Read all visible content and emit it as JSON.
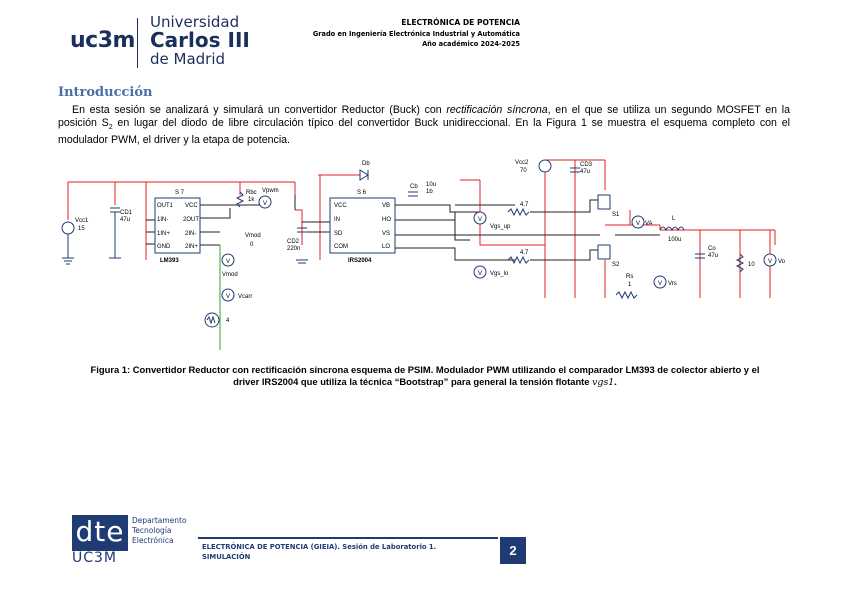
{
  "header": {
    "uc3m": "uc3m",
    "university_lines": [
      "Universidad",
      "Carlos III",
      "de Madrid"
    ],
    "course": "ELECTRÓNICA DE POTENCIA",
    "degree": "Grado en Ingeniería Electrónica Industrial y Automática",
    "year": "Año académico 2024-2025"
  },
  "section": {
    "title": "Introducción",
    "paragraph_before_italic": "En esta sesión se analizará y simulará un convertidor Reductor (Buck) con ",
    "paragraph_italic": "rectificación síncrona",
    "paragraph_after_italic": ", en el que se utiliza un segundo MOSFET en la posición S",
    "paragraph_sub": "2",
    "paragraph_end": " en lugar del diodo de libre circulación típico del convertidor Buck unidireccional. En la Figura 1 se muestra el esquema completo con el modulador PWM, el driver y la etapa de potencia."
  },
  "schematic": {
    "labels": {
      "vcc1": "Vcc1",
      "vcc1_val": "15",
      "cd1": "CD1",
      "cd1_val": "47u",
      "s7": "S 7",
      "lm393_pins_left": [
        "OUT1",
        "1IN-",
        "1IN+",
        "GND"
      ],
      "lm393_pins_right": [
        "VCC",
        "2OUT",
        "2IN-",
        "2IN+"
      ],
      "lm393": "LM393",
      "rbc": "Rbc",
      "rbc_val": "1k",
      "vpwm": "Vpwm",
      "vmod_top": "Vmod",
      "vmod_top_val": "0",
      "vmod": "Vmod",
      "vcarr": "Vcarr",
      "carrier_val": "4",
      "cd2": "CD2",
      "cd2_val": "220n",
      "s6": "S 6",
      "irs_pins_left": [
        "VCC",
        "IN",
        "SD",
        "COM"
      ],
      "irs_pins_right": [
        "VB",
        "HO",
        "VS",
        "LO"
      ],
      "irs2004": "IRS2004",
      "db": "Db",
      "cb": "Cb",
      "cb_val": "10u",
      "cb_val2": "1b",
      "rg1_val": "4.7",
      "rg2_val": "4.7",
      "vgs_up": "Vgs_up",
      "vgs_lo": "Vgs_lo",
      "vcc2": "Vcc2",
      "vcc2_val": "70",
      "cd3": "CD3",
      "cd3_val": "47u",
      "s1": "S1",
      "s2": "S2",
      "va": "VA",
      "l": "L",
      "l_val": "100u",
      "co": "Co",
      "co_val": "47u",
      "r_load": "10",
      "vo": "Vo",
      "rs": "Rs",
      "rs_val": "1",
      "vrs": "Vrs"
    },
    "colors": {
      "wire_power": "#e02020",
      "wire_signal": "#202020",
      "wire_carrier": "#30a030",
      "component": "#1f3b73"
    }
  },
  "caption": {
    "text": "Figura 1: Convertidor Reductor con rectificación síncrona esquema de PSIM. Modulador PWM utilizando el comparador LM393 de colector abierto y el driver IRS2004 que utiliza la técnica “Bootstrap” para general la tensión flotante ",
    "math": "vgs1",
    "end": "."
  },
  "footer": {
    "dte": "dte",
    "uc3m": "UC3M",
    "dept_lines": [
      "Departamento",
      "Tecnología",
      "Electrónica"
    ],
    "text_line1": "ELECTRÓNICA DE POTENCIA (GIEIA). Sesión de Laboratorio 1.",
    "text_line2": "SIMULACIÓN",
    "page_number": "2"
  }
}
